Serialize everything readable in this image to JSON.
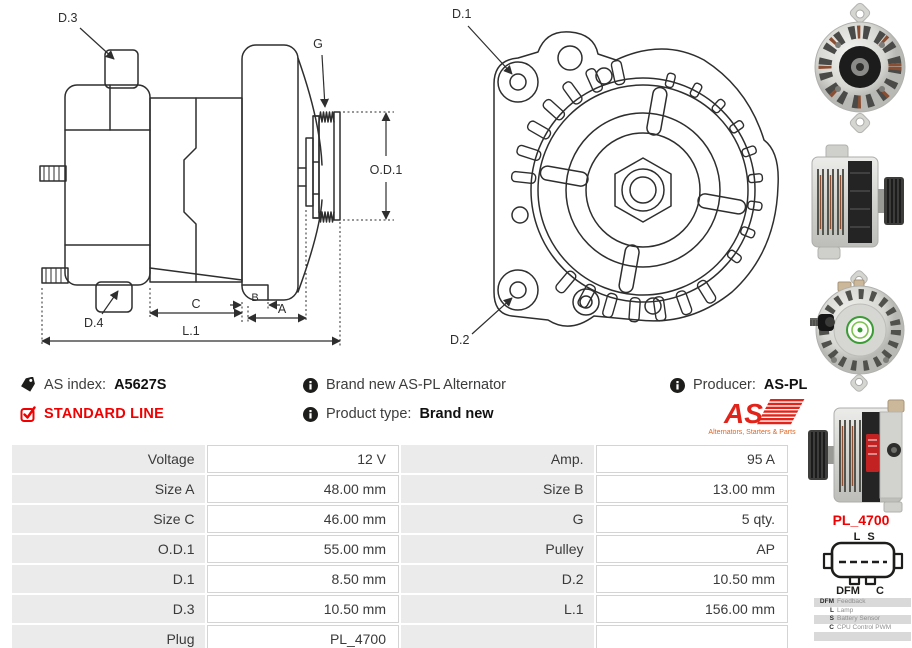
{
  "colors": {
    "accent_red": "#f00000",
    "logo_red": "#e2231a",
    "row_bg": "#ebebeb",
    "line": "#2e2e2e"
  },
  "icons": {
    "tag": "tag-shape",
    "info": "i-in-circle",
    "check": "checked-box-red"
  },
  "info": {
    "as_index_label": "AS index:",
    "as_index_value": "A5627S",
    "standard_line": "STANDARD LINE",
    "brand_new_text": "Brand new AS-PL Alternator",
    "product_type_label": "Product type:",
    "product_type_value": "Brand new",
    "producer_label": "Producer:",
    "producer_value": "AS-PL",
    "logo_text": "AS",
    "logo_tagline": "Alternators, Starters & Parts"
  },
  "drawings": {
    "side": {
      "d3": "D.3",
      "d4": "D.4",
      "g": "G",
      "od1": "O.D.1",
      "c": "C",
      "b": "B",
      "a": "A",
      "l1": "L.1"
    },
    "front": {
      "d1": "D.1",
      "d2": "D.2"
    }
  },
  "table": {
    "rows": [
      {
        "l1": "Voltage",
        "v1": "12 V",
        "l2": "Amp.",
        "v2": "95 A"
      },
      {
        "l1": "Size A",
        "v1": "48.00 mm",
        "l2": "Size B",
        "v2": "13.00 mm"
      },
      {
        "l1": "Size C",
        "v1": "46.00 mm",
        "l2": "G",
        "v2": "5 qty."
      },
      {
        "l1": "O.D.1",
        "v1": "55.00 mm",
        "l2": "Pulley",
        "v2": "AP"
      },
      {
        "l1": "D.1",
        "v1": "8.50 mm",
        "l2": "D.2",
        "v2": "10.50 mm"
      },
      {
        "l1": "D.3",
        "v1": "10.50 mm",
        "l2": "L.1",
        "v2": "156.00 mm"
      },
      {
        "l1": "Plug",
        "v1": "PL_4700",
        "l2": "",
        "v2": ""
      }
    ]
  },
  "plug": {
    "title": "PL_4700",
    "pins": {
      "l": "L",
      "s": "S",
      "dfm": "DFM",
      "c": "C"
    },
    "legend": [
      {
        "key": "DFM",
        "desc": "Feedback"
      },
      {
        "key": "L",
        "desc": "Lamp"
      },
      {
        "key": "S",
        "desc": "Battery Sensor"
      },
      {
        "key": "C",
        "desc": "CPU Control PWM"
      }
    ]
  }
}
